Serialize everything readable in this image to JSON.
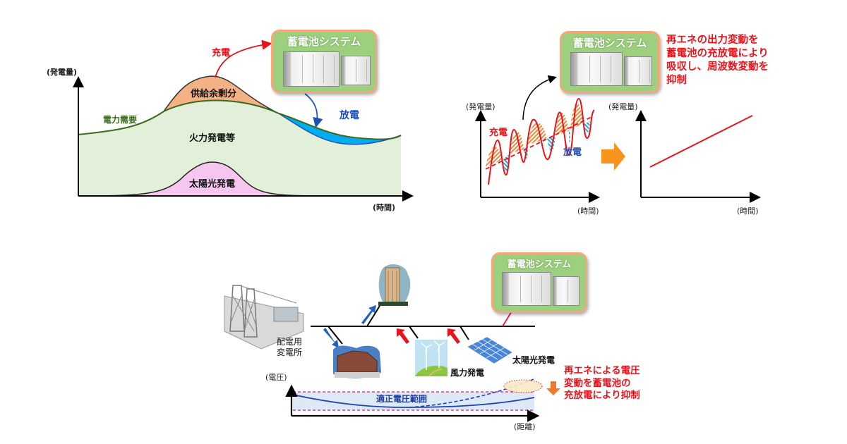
{
  "diagram1": {
    "y_axis_label": "(発電量)",
    "x_axis_label": "(時間)",
    "demand_label": "電力需要",
    "surplus_label": "供給余剰分",
    "thermal_label": "火力発電等",
    "solar_label": "太陽光発電",
    "charge_label": "充電",
    "discharge_label": "放電",
    "bess_title": "蓄電池システム"
  },
  "diagram2": {
    "bess_title": "蓄電池システム",
    "note_lines": [
      "再エネの出力変動を",
      "蓄電池の充放電により",
      "吸収し、周波数変動を",
      "抑制"
    ],
    "left_chart": {
      "y_axis_label": "(発電量)",
      "x_axis_label": "(時間)",
      "charge_label": "充電",
      "discharge_label": "放電"
    },
    "right_chart": {
      "y_axis_label": "(発電量)",
      "x_axis_label": "(時間)"
    }
  },
  "diagram3": {
    "bess_title": "蓄電池システム",
    "substation_label_lines": [
      "配電用",
      "変電所"
    ],
    "wind_label": "風力発電",
    "solar_label": "太陽光発電",
    "y_axis_label": "(電圧)",
    "x_axis_label": "(距離)",
    "range_label": "適正電圧範囲",
    "note_lines": [
      "再エネによる電圧",
      "変動を蓄電池の",
      "充放電により抑制"
    ]
  },
  "colors": {
    "red": "#e8141b",
    "blue": "#1f4fb5",
    "green_text": "#3a6b1e",
    "bess_bg": "#9ccf7e",
    "bess_border": "#f2a878",
    "thermal_fill": "#e2efd9",
    "surplus_fill": "#f4b183",
    "solar_fill": "#f7c6f0",
    "discharge_fill": "#00aeef",
    "orange_arrow": "#f7941d"
  }
}
